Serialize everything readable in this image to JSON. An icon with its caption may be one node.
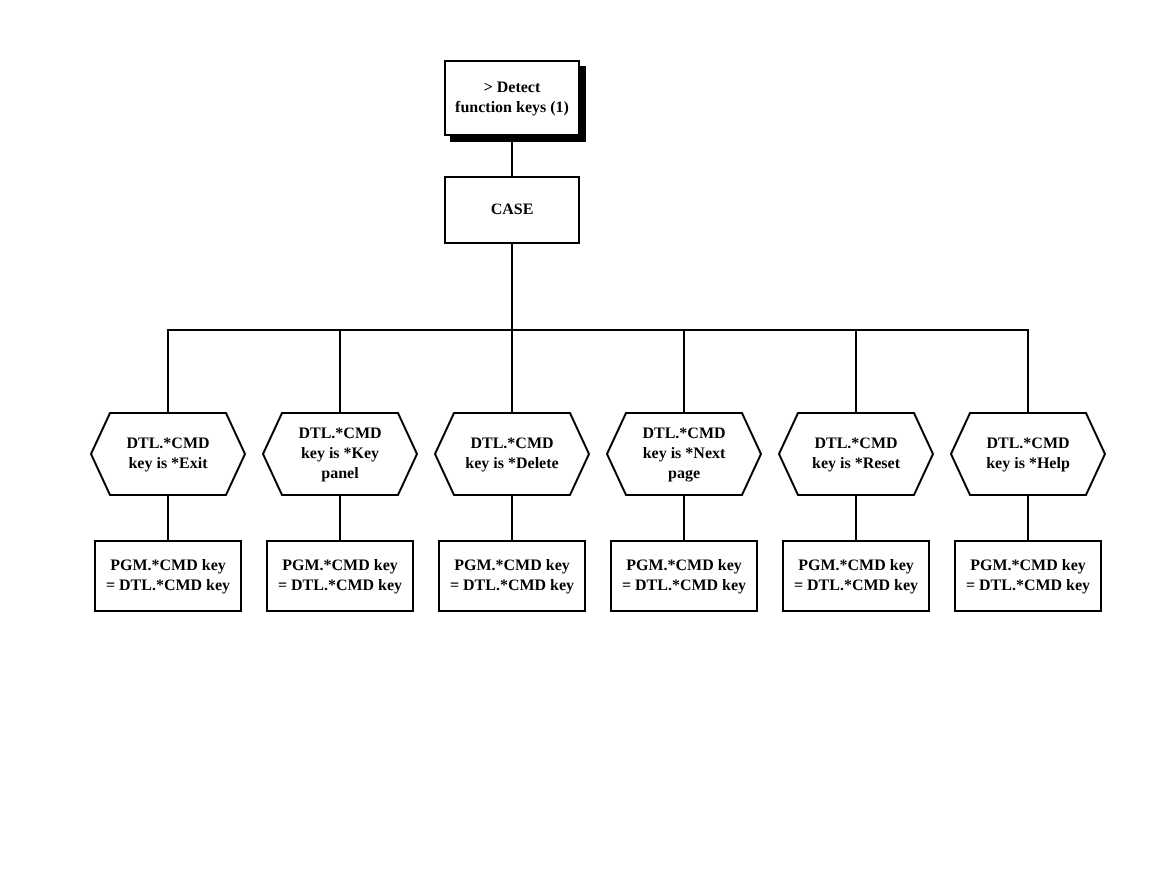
{
  "diagram": {
    "nodes": [
      {
        "text": [
          "> Detect function keys (1)"
        ]
      },
      {
        "text": [
          "CASE"
        ]
      },
      {
        "text": [
          "DTL.*CMD key is *Exit"
        ]
      },
      {
        "text": [
          "DTL.*CMD key is *Key panel"
        ]
      },
      {
        "text": [
          "DTL.*CMD key is *Delete"
        ]
      },
      {
        "text": [
          "DTL.*CMD key is *Next page"
        ]
      },
      {
        "text": [
          "DTL.*CMD key is *Reset"
        ]
      },
      {
        "text": [
          "DTL.*CMD key is *Help"
        ]
      },
      {
        "text": [
          "PGM.*CMD key = DTL.*CMD key"
        ]
      },
      {
        "text": [
          "PGM.*CMD key = DTL.*CMD key"
        ]
      },
      {
        "text": [
          "PGM.*CMD key = DTL.*CMD key"
        ]
      },
      {
        "text": [
          "PGM.*CMD key = DTL.*CMD key"
        ]
      },
      {
        "text": [
          "PGM.*CMD key = DTL.*CMD key"
        ]
      },
      {
        "text": [
          "PGM.*CMD key = DTL.*CMD key"
        ]
      }
    ],
    "edges": [
      {
        "from": 0,
        "to": 1,
        "arrow": "none"
      },
      {
        "from": 1,
        "to": 2,
        "arrow": "none"
      },
      {
        "from": 1,
        "to": 3,
        "arrow": "none"
      },
      {
        "from": 1,
        "to": 4,
        "arrow": "none"
      },
      {
        "from": 1,
        "to": 5,
        "arrow": "none"
      },
      {
        "from": 1,
        "to": 6,
        "arrow": "none"
      },
      {
        "from": 1,
        "to": 7,
        "arrow": "none"
      },
      {
        "from": 2,
        "to": 8,
        "arrow": "none"
      },
      {
        "from": 3,
        "to": 9,
        "arrow": "none"
      },
      {
        "from": 4,
        "to": 10,
        "arrow": "none"
      },
      {
        "from": 5,
        "to": 11,
        "arrow": "none"
      },
      {
        "from": 6,
        "to": 12,
        "arrow": "none"
      },
      {
        "from": 7,
        "to": 13,
        "arrow": "none"
      }
    ]
  }
}
